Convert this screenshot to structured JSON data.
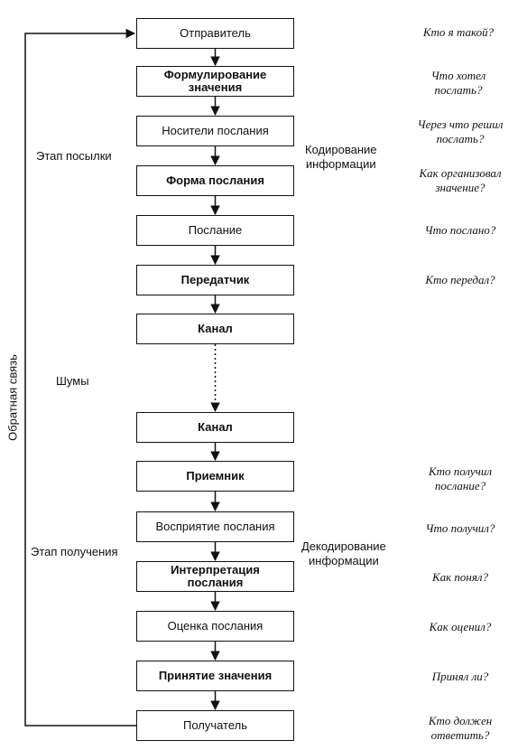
{
  "boxes": [
    {
      "label": "Отправитель"
    },
    {
      "label": "Формулирование\nзначения"
    },
    {
      "label": "Носители послания"
    },
    {
      "label": "Форма послания"
    },
    {
      "label": "Послание"
    },
    {
      "label": "Передатчик"
    },
    {
      "label": "Канал"
    },
    {
      "label": "Канал"
    },
    {
      "label": "Приемник"
    },
    {
      "label": "Восприятие послания"
    },
    {
      "label": "Интерпретация\nпослания"
    },
    {
      "label": "Оценка послания"
    },
    {
      "label": "Принятие значения"
    },
    {
      "label": "Получатель"
    }
  ],
  "questions": [
    "Кто я такой?",
    "Что хотел\nпослать?",
    "Через что решил\nпослать?",
    "Как организовал\nзначение?",
    "Что послано?",
    "Кто передал?",
    "Кто получил\nпослание?",
    "Что получил?",
    "Как понял?",
    "Как оценил?",
    "Принял ли?",
    "Кто должен\nответить?"
  ],
  "labels": {
    "send_stage": "Этап посылки",
    "encoding": "Кодирование\nинформации",
    "noise": "Шумы",
    "receive_stage": "Этап получения",
    "decoding": "Декодирование\nинформации",
    "feedback": "Обратная связь"
  }
}
